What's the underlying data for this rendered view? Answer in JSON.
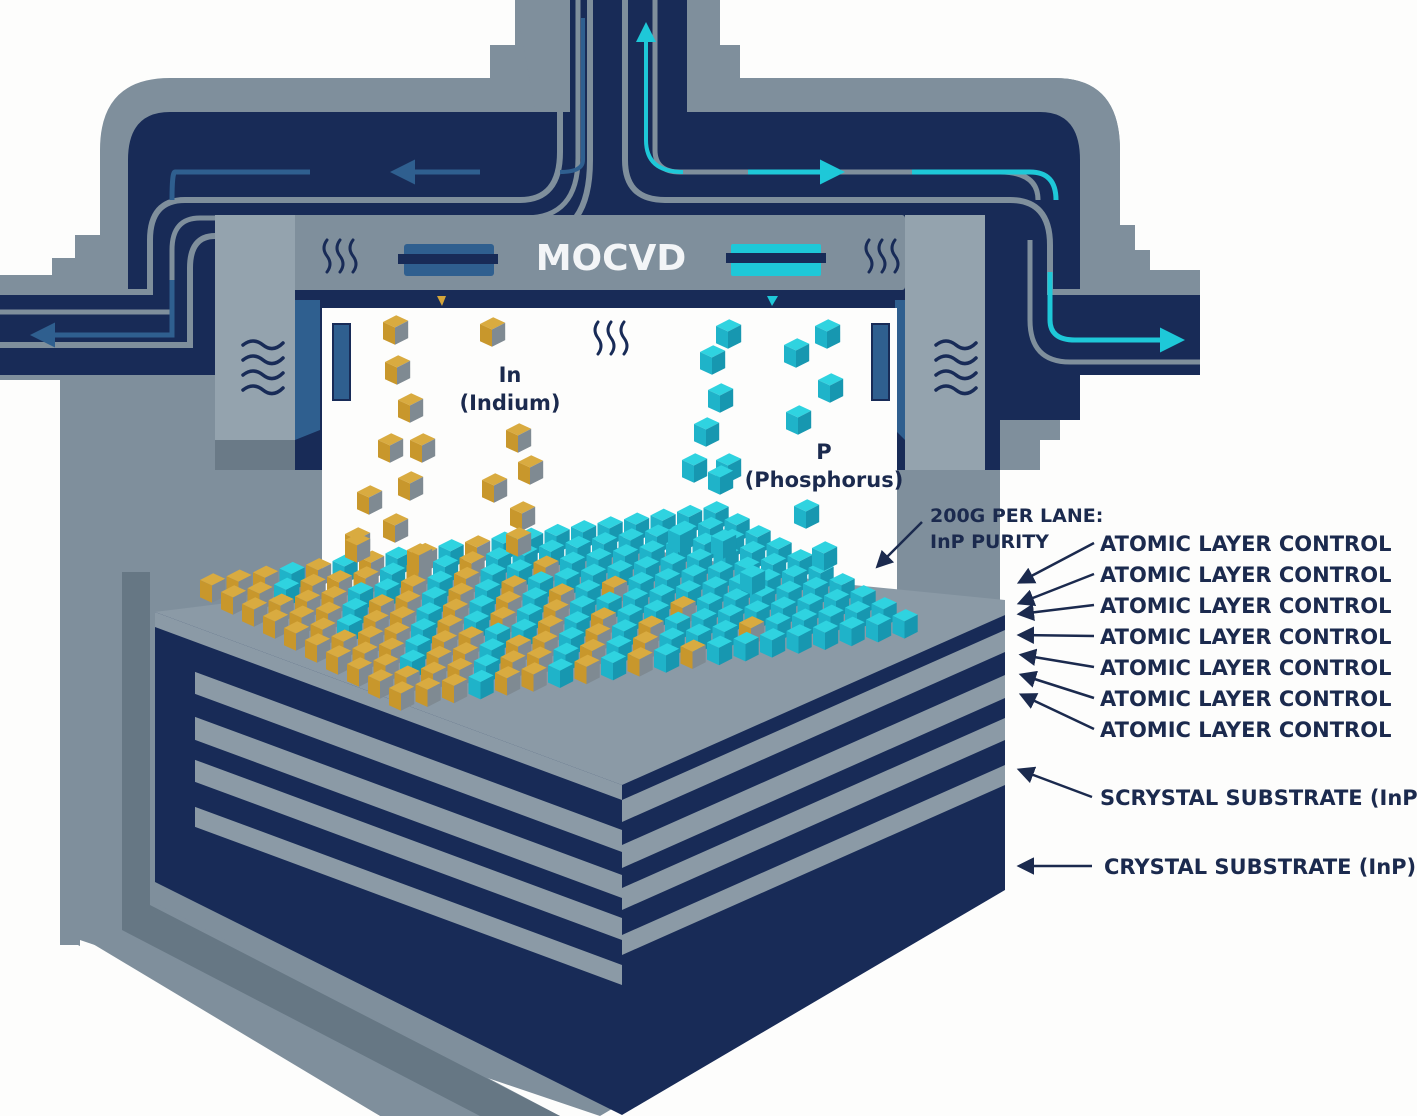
{
  "title": "MOCVD",
  "colors": {
    "navy": "#182b57",
    "steel": "#7f8f9c",
    "steel_light": "#94a3ae",
    "steel_dark": "#5f707d",
    "flow_blue": "#2f5f8f",
    "cyan": "#1ec8d8",
    "gold": "#d4a53a",
    "label": "#1b2a4e",
    "background": "#fdfdfc"
  },
  "precursors": [
    {
      "symbol": "In",
      "name": "(Indium)",
      "color_key": "gold"
    },
    {
      "symbol": "P",
      "name": "(Phosphorus)",
      "color_key": "cyan"
    }
  ],
  "callout": {
    "line1": "200G PER LANE:",
    "line2": "InP PURITY"
  },
  "layer_labels": [
    "ATOMIC LAYER CONTROL",
    "ATOMIC LAYER CONTROL",
    "ATOMIC LAYER CONTROL",
    "ATOMIC LAYER CONTROL",
    "ATOMIC LAYER CONTROL",
    "ATOMIC LAYER CONTROL",
    "ATOMIC LAYER CONTROL"
  ],
  "substrate_labels": [
    "SCRYSTAL SUBSTRATE (InP)",
    "CRYSTAL SUBSTRATE (InP)"
  ],
  "flow": {
    "left": "exhaust-out",
    "right": "gas-in",
    "top": "gas-up"
  }
}
